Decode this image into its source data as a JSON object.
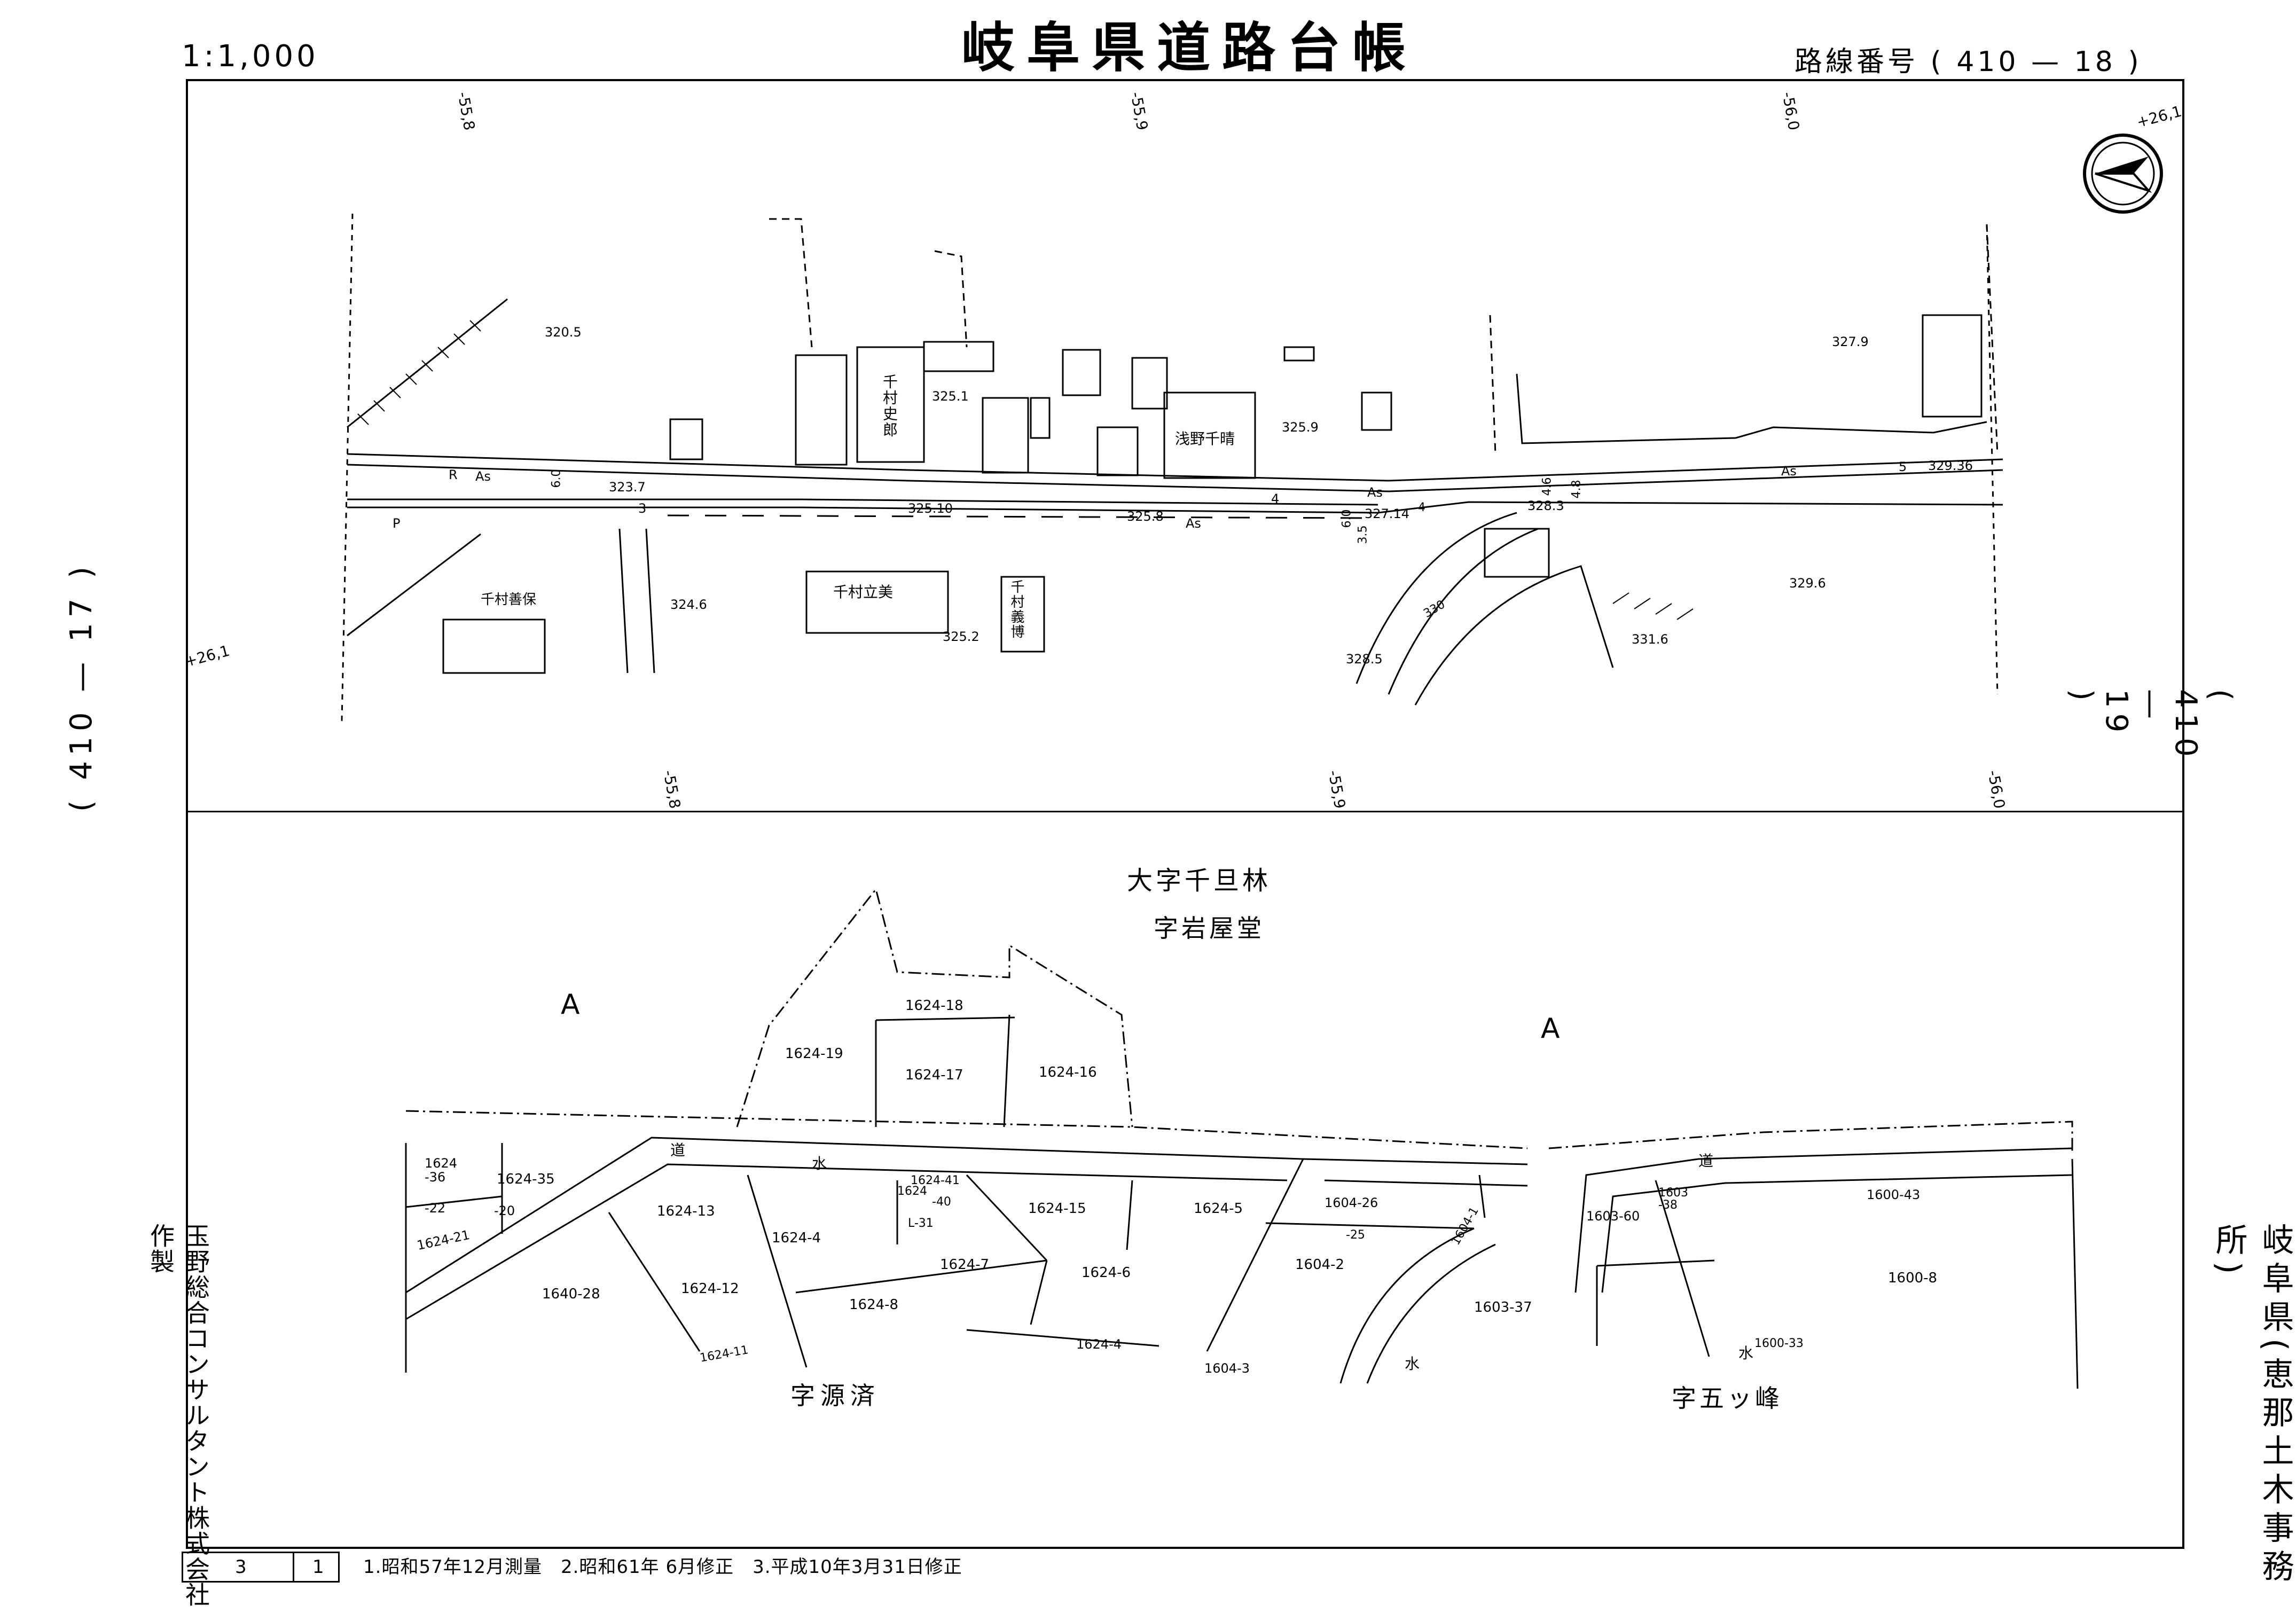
{
  "header": {
    "scale": "1:1,000",
    "title": "岐阜県道路台帳",
    "route_number": "路線番号 ( 410 — 18 )"
  },
  "side": {
    "left_prev_sheet": "( 410 — 17 )",
    "right_next_sheet": "( 410 — 19 )",
    "left_maker": "玉野総合コンサルタント株式会社作製",
    "right_office": "岐阜県(恵那土木事務所)"
  },
  "footer": {
    "sheet_total": "3",
    "sheet_no": "1",
    "notes": "1.昭和57年12月測量　2.昭和61年 6月修正　3.平成10年3月31日修正"
  },
  "grid_labels": {
    "top": [
      "-55,8",
      "-55,9",
      "-56,0"
    ],
    "mid": [
      "-55,8",
      "-55,9",
      "-56,0"
    ],
    "plus_left": "+26,1",
    "plus_right": "+26,1"
  },
  "plan_labels": {
    "houses": [
      "千村史郎",
      "浅野千晴",
      "千村立美",
      "千村善保",
      "千村義博"
    ],
    "elevations": [
      "320.5",
      "325.1",
      "325.9",
      "327.9",
      "323.7",
      "325.10",
      "325.8",
      "327.14",
      "328.3",
      "329.36",
      "324.6",
      "325.2",
      "328.5",
      "329.6",
      "331.6",
      "330"
    ],
    "road_marks": [
      "As",
      "As",
      "As",
      "As",
      "R",
      "P",
      "3",
      "4",
      "5",
      "6.0",
      "6.0",
      "3.5",
      "4.6",
      "4.8",
      "4"
    ]
  },
  "cadastral": {
    "district": "大字千旦林",
    "areas": [
      "字岩屋堂",
      "字源済",
      "字五ッ峰"
    ],
    "zone_marks": [
      "A",
      "A"
    ],
    "road_marks": [
      "道",
      "水",
      "道",
      "水",
      "水"
    ],
    "parcels": [
      "1624-18",
      "1624-19",
      "1624-17",
      "1624-16",
      "1624\n-36",
      "1624-35",
      "-22",
      "-20",
      "1624-21",
      "1624-13",
      "1624-4",
      "1624-41",
      "-40",
      "1624",
      "L-31",
      "1624-15",
      "1624-5",
      "1604-26",
      "1604-1",
      "1603-60",
      "1603\n-38",
      "1600-43",
      "1624-12",
      "1640-28",
      "1624-7",
      "1624-6",
      "1624-8",
      "1624-4",
      "1624-11",
      "-25",
      "1604-2",
      "1603-37",
      "1600-8",
      "1600-33",
      "1604-3"
    ]
  }
}
